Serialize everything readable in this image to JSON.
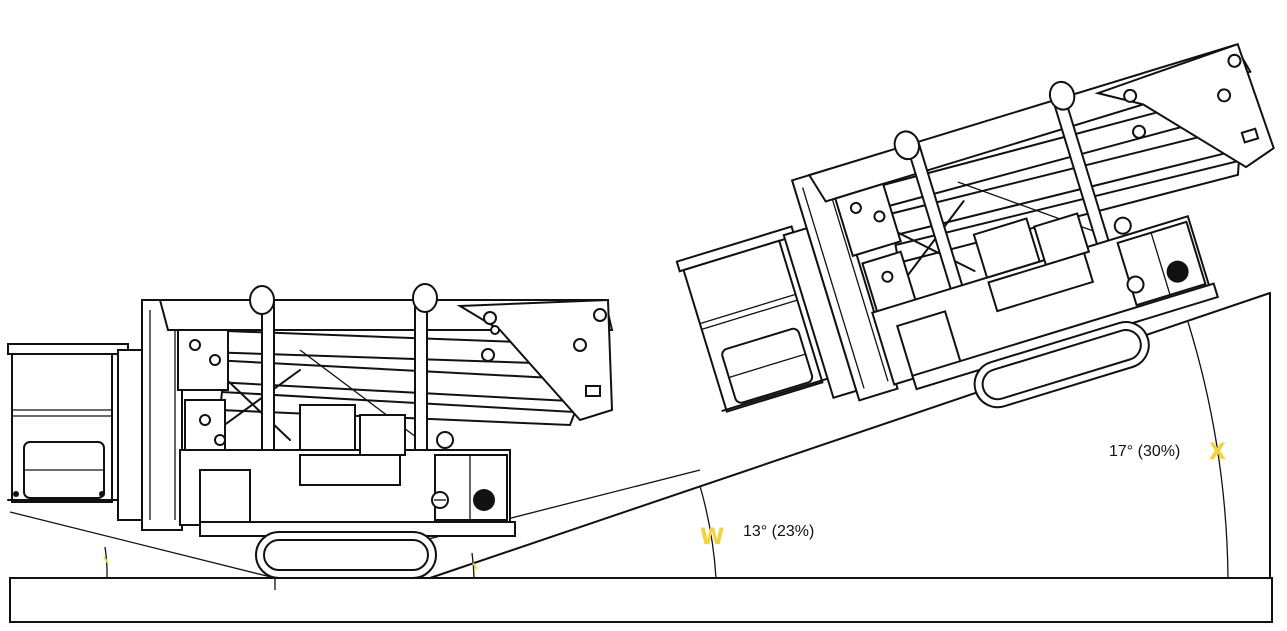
{
  "diagram": {
    "angles": [
      {
        "marker": "W",
        "label": "13° (23%)",
        "degrees": 13
      },
      {
        "marker": "X",
        "label": "17° (30%)",
        "degrees": 17
      }
    ],
    "colors": {
      "line": "#111111",
      "marker": "#f2d33a",
      "background": "#ffffff"
    }
  }
}
